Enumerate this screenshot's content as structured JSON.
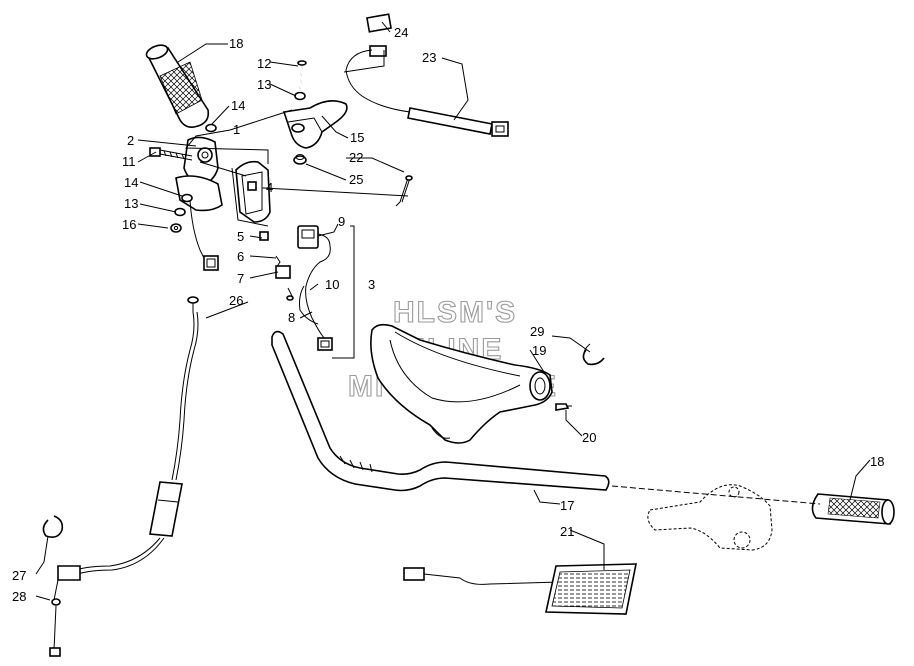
{
  "watermark": [
    "HLSM'S",
    "ONLINE",
    "MICROFICHE"
  ],
  "callouts": {
    "c18a": "18",
    "c12": "12",
    "c13a": "13",
    "c14a": "14",
    "c1": "1",
    "c2": "2",
    "c11": "11",
    "c14b": "14",
    "c13b": "13",
    "c16": "16",
    "c24": "24",
    "c23": "23",
    "c15": "15",
    "c22": "22",
    "c25": "25",
    "c4": "4",
    "c9": "9",
    "c5": "5",
    "c6": "6",
    "c7": "7",
    "c10": "10",
    "c3": "3",
    "c8": "8",
    "c26": "26",
    "c29": "29",
    "c19": "19",
    "c20": "20",
    "c17": "17",
    "c18b": "18",
    "c21": "21",
    "c27": "27",
    "c28": "28"
  }
}
